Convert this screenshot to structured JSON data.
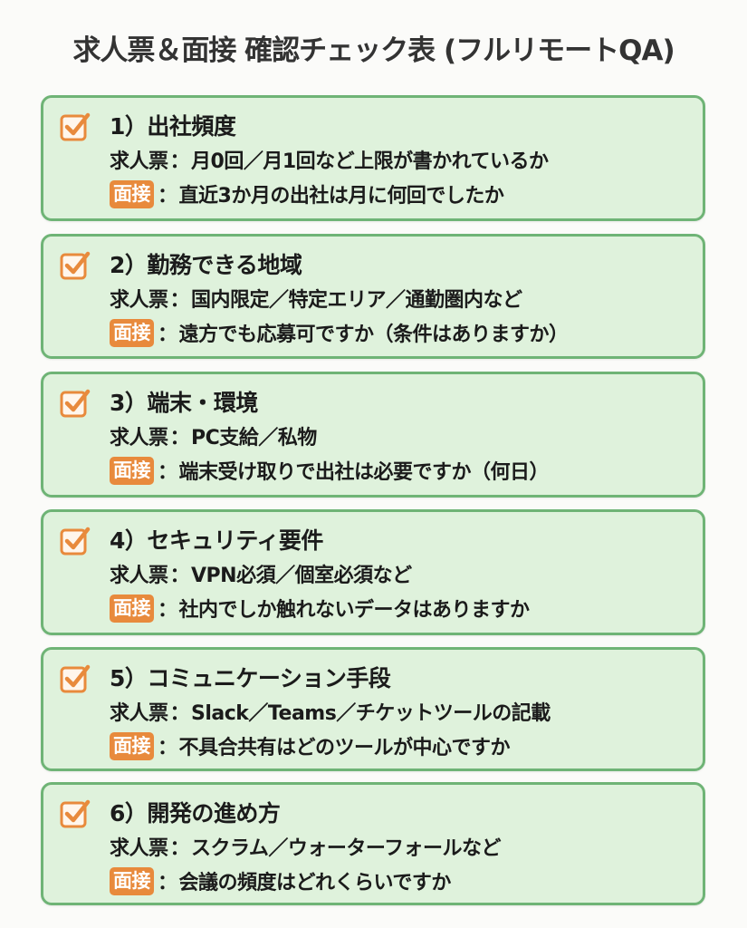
{
  "title": "求人票＆面接 確認チェック表 (フルリモートQA)",
  "labels": {
    "job_posting": "求人票",
    "interview": "面接",
    "separator": "："
  },
  "colors": {
    "card_bg": "#dff2dc",
    "card_border": "#6fb476",
    "accent_orange": "#e88a3c"
  },
  "items": [
    {
      "checked": true,
      "heading": "1）出社頻度",
      "job_posting": "月0回／月1回など上限が書かれているか",
      "interview": "直近3か月の出社は月に何回でしたか"
    },
    {
      "checked": true,
      "heading": "2）勤務できる地域",
      "job_posting": "国内限定／特定エリア／通勤圏内など",
      "interview": "遠方でも応募可ですか（条件はありますか）"
    },
    {
      "checked": true,
      "heading": "3）端末・環境",
      "job_posting": "PC支給／私物",
      "interview": "端末受け取りで出社は必要ですか（何日）"
    },
    {
      "checked": true,
      "heading": "4）セキュリティ要件",
      "job_posting": "VPN必須／個室必須など",
      "interview": "社内でしか触れないデータはありますか"
    },
    {
      "checked": true,
      "heading": "5）コミュニケーション手段",
      "job_posting": "Slack／Teams／チケットツールの記載",
      "interview": "不具合共有はどのツールが中心ですか"
    },
    {
      "checked": true,
      "heading": "6）開発の進め方",
      "job_posting": "スクラム／ウォーターフォールなど",
      "interview": "会議の頻度はどれくらいですか"
    }
  ]
}
